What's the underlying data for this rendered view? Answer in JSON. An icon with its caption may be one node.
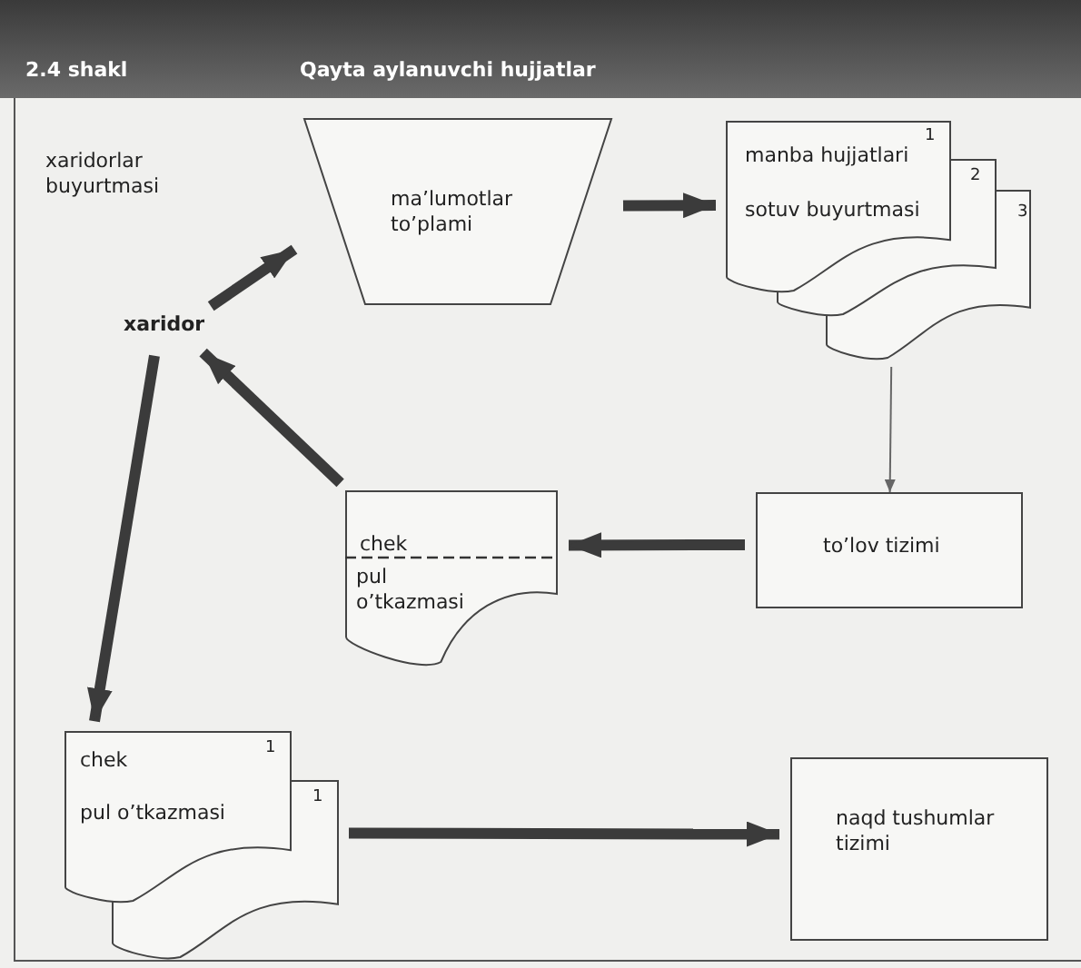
{
  "diagram": {
    "title": "Qayta aylanuvchi hujjatlar",
    "nodes": [
      {
        "text": [
          "xaridor"
        ]
      },
      {
        "text": [
          "ma’lumotlar to’plami"
        ]
      },
      {
        "text": [
          "manba hujjatlari",
          "sotuv buyurtmasi"
        ]
      },
      {
        "text": [
          "to’lov tizimi"
        ]
      },
      {
        "text": [
          "chek",
          "pul o’tkazmasi"
        ]
      },
      {
        "text": [
          "chek",
          "pul o’tkazmasi"
        ]
      },
      {
        "text": [
          "naqd tushumlar tizimi"
        ]
      }
    ],
    "edges": [
      {
        "from": 0,
        "to": 1,
        "arrow": "to"
      },
      {
        "from": 1,
        "to": 2,
        "arrow": "to"
      },
      {
        "from": 2,
        "to": 3,
        "arrow": "to",
        "color": "#666666"
      },
      {
        "from": 3,
        "to": 4,
        "arrow": "to"
      },
      {
        "from": 4,
        "to": 0,
        "arrow": "to"
      },
      {
        "from": 0,
        "to": 5,
        "arrow": "to"
      },
      {
        "from": 5,
        "to": 6,
        "arrow": "to"
      }
    ],
    "labels": [
      "2.4 shakl",
      "xaridorlar buyurtmasi",
      "1",
      "2",
      "3",
      "1",
      "1"
    ]
  }
}
